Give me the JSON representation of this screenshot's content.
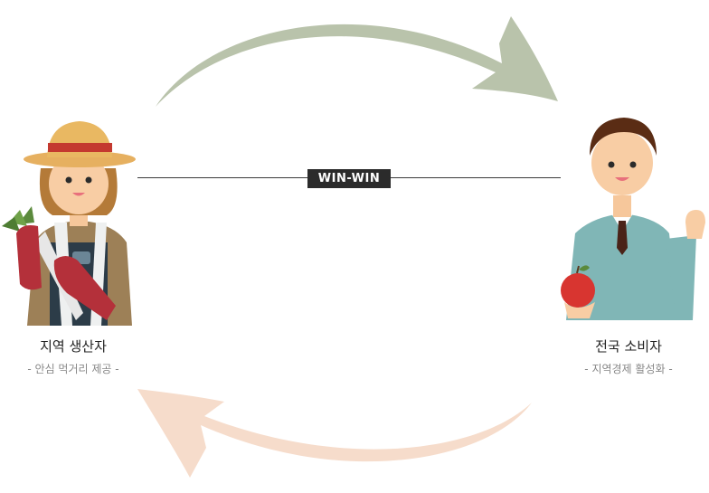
{
  "center_badge": "WIN-WIN",
  "producer": {
    "title": "지역 생산자",
    "subtitle": "- 안심 먹거리 제공 -"
  },
  "consumer": {
    "title": "전국 소비자",
    "subtitle": "- 지역경제 활성화 -"
  },
  "colors": {
    "top_arrow": "#b9c3ab",
    "bottom_arrow": "#f6dccb",
    "badge": "#2b2b2b"
  }
}
